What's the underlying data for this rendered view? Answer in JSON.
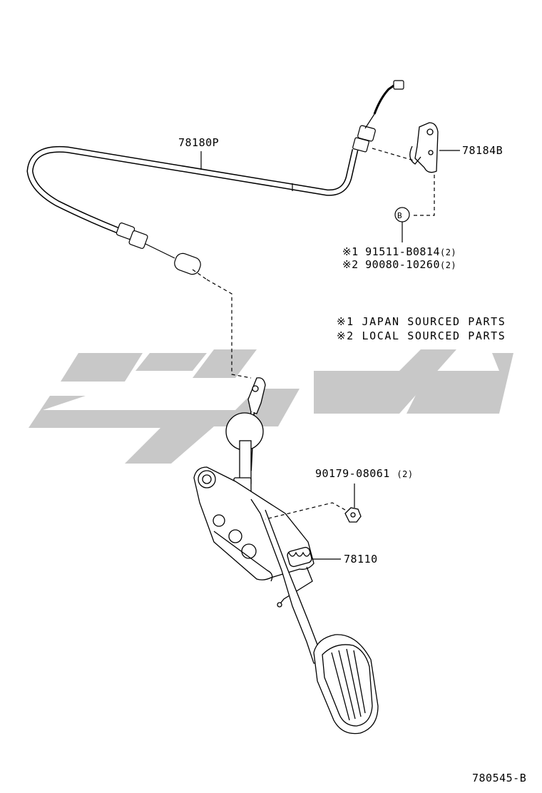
{
  "parts": {
    "cable": "78180P",
    "bracket": "78184B",
    "pedal": "78110",
    "nut": "90179-08061",
    "nut_qty": "(2)"
  },
  "callout": {
    "letter": "B",
    "items": [
      {
        "mark": "※1",
        "part": "91511-B0814",
        "qty": "(2)"
      },
      {
        "mark": "※2",
        "part": "90080-10260",
        "qty": "(2)"
      }
    ]
  },
  "legend": [
    {
      "mark": "※1",
      "text": "JAPAN SOURCED PARTS"
    },
    {
      "mark": "※2",
      "text": "LOCAL SOURCED PARTS"
    }
  ],
  "diagram_number": "780545-B",
  "colors": {
    "ink": "#000000",
    "watermark": "#c8c8c8"
  }
}
